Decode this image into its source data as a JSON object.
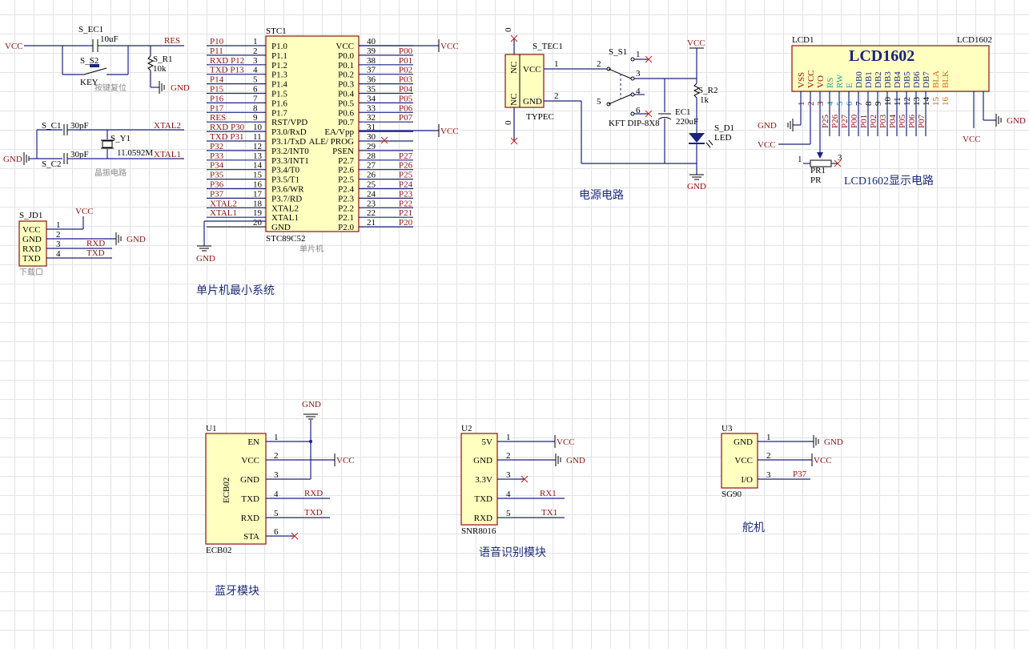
{
  "power": {
    "vcc": "VCC",
    "gnd": "GND"
  },
  "reset": {
    "cap_ref": "S_EC1",
    "cap_val": "10uF",
    "key_ref": "S_S2",
    "key_val": "KEY",
    "res_ref": "S_R1",
    "res_val": "10k",
    "net": "RES",
    "caption": "按键复位"
  },
  "crystal": {
    "c1_ref": "S_C1",
    "c1_val": "30pF",
    "c2_ref": "S_C2",
    "c2_val": "30pF",
    "y_ref": "S_Y1",
    "y_val": "11.0592M",
    "net1": "XTAL2",
    "net2": "XTAL1",
    "caption": "晶振电路"
  },
  "download": {
    "ref": "S_JD1",
    "pins": [
      "VCC",
      "GND",
      "RXD",
      "TXD"
    ],
    "nums": [
      "1",
      "2",
      "3",
      "4"
    ],
    "nets": [
      "RXD",
      "TXD"
    ],
    "caption": "下载口"
  },
  "mcu": {
    "ref": "STC1",
    "part": "STC89C52",
    "caption": "单片机",
    "left_nets": [
      "P10",
      "P11",
      "RXD P12",
      "TXD P13",
      "P14",
      "P15",
      "P16",
      "P17",
      "RES",
      "RXD P30",
      "TXD P31",
      "P32",
      "P33",
      "P34",
      "P35",
      "P36",
      "P37",
      "XTAL2",
      "XTAL1",
      ""
    ],
    "left_pins": [
      "P1.0",
      "P1.1",
      "P1.2",
      "P1.3",
      "P1.4",
      "P1.5",
      "P1.6",
      "P1.7",
      "RST/VPD",
      "P3.0/RxD",
      "P3.1/TxD",
      "P3.2/INT0",
      "P3.3/INT1",
      "P3.4/T0",
      "P3.5/T1",
      "P3.6/WR",
      "P3.7/RD",
      "XTAL2",
      "XTAL1",
      "GND"
    ],
    "right_pins": [
      "VCC",
      "P0.0",
      "P0.1",
      "P0.2",
      "P0.3",
      "P0.4",
      "P0.5",
      "P0.6",
      "P0.7",
      "EA/Vpp",
      "ALE/ PROG",
      "PSEN",
      "P2.7",
      "P2.6",
      "P2.5",
      "P2.4",
      "P2.3",
      "P2.2",
      "P2.1",
      "P2.0"
    ],
    "right_nets": [
      "",
      "P00",
      "P01",
      "P02",
      "P03",
      "P04",
      "P05",
      "P06",
      "P07",
      "",
      "",
      "",
      "P27",
      "P26",
      "P25",
      "P24",
      "P23",
      "P22",
      "P21",
      "P20"
    ],
    "right_nums": [
      "40",
      "39",
      "38",
      "37",
      "36",
      "35",
      "34",
      "33",
      "32",
      "31",
      "30",
      "29",
      "28",
      "27",
      "26",
      "25",
      "24",
      "23",
      "22",
      "21"
    ]
  },
  "titles": {
    "mcu": "单片机最小系统",
    "power": "电源电路",
    "lcd": "LCD1602显示电路",
    "bt": "蓝牙模块",
    "voice": "语音识别模块",
    "servo": "舵机"
  },
  "power_circuit": {
    "conn_ref": "S_TEC1",
    "conn_part": "TYPEC",
    "conn_pins": [
      "VCC",
      "GND"
    ],
    "nc": "NC",
    "zero": "0",
    "sw_ref": "S_S1",
    "sw_part": "KFT DIP-8X8",
    "r_ref": "S_R2",
    "r_val": "1k",
    "cap_ref": "EC1",
    "cap_val": "220uF",
    "led_ref": "S_D1",
    "led_val": "LED"
  },
  "lcd": {
    "ref": "LCD1",
    "part": "LCD1602",
    "title": "LCD1602",
    "pins_top": [
      "VSS",
      "VCC",
      "VO",
      "RS",
      "RW",
      "E",
      "DB0",
      "DB1",
      "DB2",
      "DB3",
      "DB4",
      "DB5",
      "DB6",
      "DB7",
      "BLA",
      "BLK"
    ],
    "nums": [
      "1",
      "2",
      "3",
      "4",
      "5",
      "6",
      "7",
      "8",
      "9",
      "10",
      "11",
      "12",
      "13",
      "14",
      "15",
      "16"
    ],
    "nets": [
      "P25",
      "P26",
      "P27",
      "P00",
      "P01",
      "P02",
      "P03",
      "P04",
      "P05",
      "P06",
      "P07"
    ],
    "pot_ref": "PR1",
    "pot_val": "PR"
  },
  "bt": {
    "ref": "U1",
    "part": "ECB02",
    "pins": [
      "EN",
      "VCC",
      "GND",
      "TXD",
      "RXD",
      "STA"
    ],
    "nets": [
      "RXD",
      "TXD"
    ]
  },
  "voice": {
    "ref": "U2",
    "part": "SNR8016",
    "pins": [
      "5V",
      "GND",
      "3.3V",
      "TXD",
      "RXD"
    ],
    "nets": [
      "RX1",
      "TX1"
    ],
    "v5": "VCC"
  },
  "servo": {
    "ref": "U3",
    "part": "SG90",
    "pins": [
      "GND",
      "VCC",
      "I/O"
    ],
    "net": "P37"
  }
}
